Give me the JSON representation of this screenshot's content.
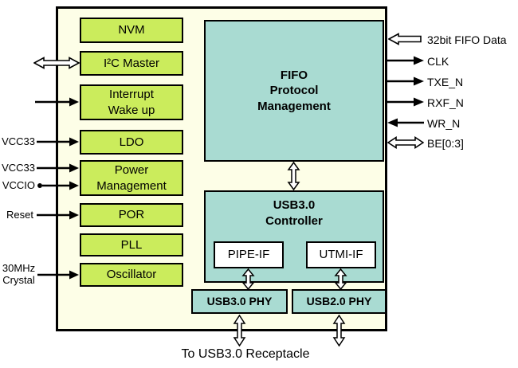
{
  "colors": {
    "outer_fill": "#FDFEE7",
    "green_block": "#CBEC5C",
    "teal_block": "#A9DBD2",
    "border": "#000000"
  },
  "left_blocks": [
    {
      "label": "NVM"
    },
    {
      "label": "I²C Master"
    },
    {
      "label": "Interrupt\nWake up"
    },
    {
      "label": "LDO"
    },
    {
      "label": "Power\nManagement"
    },
    {
      "label": "POR"
    },
    {
      "label": "PLL"
    },
    {
      "label": "Oscillator"
    }
  ],
  "center_blocks": {
    "fifo": "FIFO\nProtocol\nManagement",
    "usb3_controller": "USB3.0\nController",
    "pipe_if": "PIPE-IF",
    "utmi_if": "UTMI-IF",
    "usb3_phy": "USB3.0 PHY",
    "usb2_phy": "USB2.0 PHY"
  },
  "left_signals": {
    "vcc33_ldo": "VCC33",
    "vcc33_pm": "VCC33",
    "vccio": "VCCIO",
    "reset": "Reset",
    "crystal": "30MHz\nCrystal"
  },
  "right_signals": {
    "fifo_data": "32bit FIFO Data",
    "clk": "CLK",
    "txe": "TXE_N",
    "rxf": "RXF_N",
    "wr": "WR_N",
    "be": "BE[0:3]"
  },
  "bottom_label": "To USB3.0 Receptacle"
}
